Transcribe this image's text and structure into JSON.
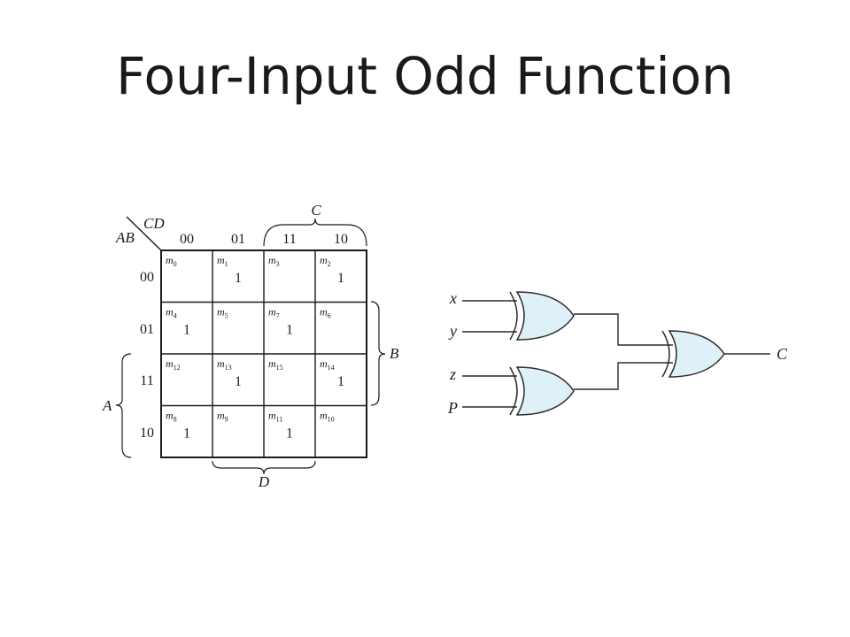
{
  "slide": {
    "title": "Four-Input Odd Function"
  },
  "kmap": {
    "row_var_label": "AB",
    "col_var_label": "CD",
    "col_headers": [
      "00",
      "01",
      "11",
      "10"
    ],
    "row_headers": [
      "00",
      "01",
      "11",
      "10"
    ],
    "cells": [
      [
        {
          "m": "m",
          "sub": "0",
          "val": ""
        },
        {
          "m": "m",
          "sub": "1",
          "val": "1"
        },
        {
          "m": "m",
          "sub": "3",
          "val": ""
        },
        {
          "m": "m",
          "sub": "2",
          "val": "1"
        }
      ],
      [
        {
          "m": "m",
          "sub": "4",
          "val": "1"
        },
        {
          "m": "m",
          "sub": "5",
          "val": ""
        },
        {
          "m": "m",
          "sub": "7",
          "val": "1"
        },
        {
          "m": "m",
          "sub": "6",
          "val": ""
        }
      ],
      [
        {
          "m": "m",
          "sub": "12",
          "val": ""
        },
        {
          "m": "m",
          "sub": "13",
          "val": "1"
        },
        {
          "m": "m",
          "sub": "15",
          "val": ""
        },
        {
          "m": "m",
          "sub": "14",
          "val": "1"
        }
      ],
      [
        {
          "m": "m",
          "sub": "8",
          "val": "1"
        },
        {
          "m": "m",
          "sub": "9",
          "val": ""
        },
        {
          "m": "m",
          "sub": "11",
          "val": "1"
        },
        {
          "m": "m",
          "sub": "10",
          "val": ""
        }
      ]
    ],
    "brace_labels": {
      "C": "C",
      "B": "B",
      "A": "A",
      "D": "D"
    }
  },
  "circuit": {
    "inputs": [
      "x",
      "y",
      "z",
      "P"
    ],
    "output": "C",
    "gate_fill": "#dff1f8",
    "gate_stroke": "#2b2b2b"
  }
}
